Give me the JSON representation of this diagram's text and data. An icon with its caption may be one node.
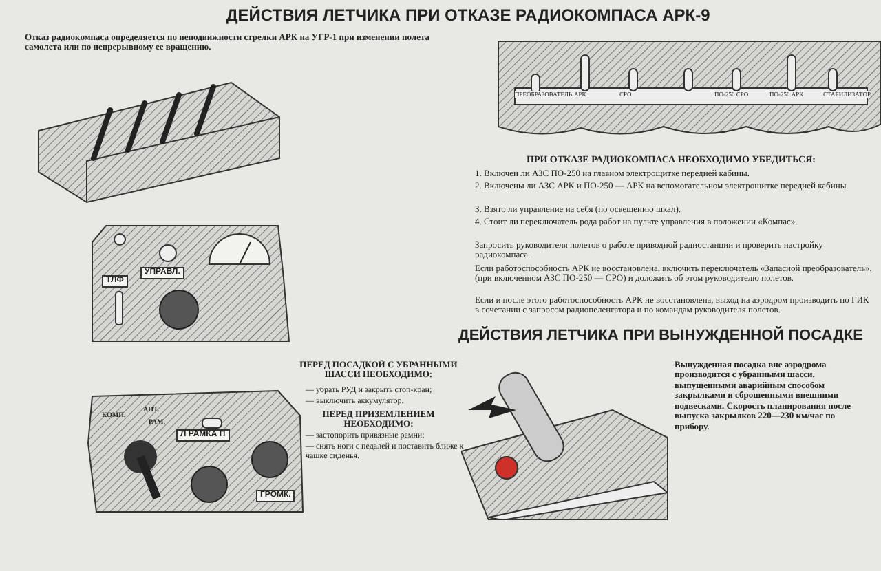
{
  "diagram": {
    "title": "ДЕЙСТВИЯ ЛЕТЧИКА ПРИ ОТКАЗЕ РАДИОКОМПАСА АРК-9",
    "labels": [
      "Отказ радиокомпаса определяется по неподвижности стрелки АРК на УГР-1 при изменении полета самолета или по непрерывному ее вращению.",
      "ПРЕОБРАЗОВАТЕЛЬ",
      "АРК",
      "СРО",
      "ПО-250 СРО",
      "ПО-250 АРК",
      "СТАБИЛИЗАТОР",
      "ПРИ ОТКАЗЕ РАДИОКОМПАСА НЕОБХОДИМО УБЕДИТЬСЯ:",
      "1. Включен ли АЗС ПО-250 на главном электрощитке передней кабины.",
      "2. Включены ли АЗС АРК и ПО-250 — АРК на вспомогательном электрощитке передней кабины.",
      "3. Взято ли управление на себя (по освещению шкал).",
      "4. Стоит ли переключатель рода работ на пульте управления в положении «Компас».",
      "Запросить руководителя полетов о работе приводной радиостанции и проверить настройку радиокомпаса.",
      "Если работоспособность АРК не восстановлена, включить переключатель «Запасной преобразователь», (при включенном АЗС ПО-250 — СРО) и доложить об этом руководителю полетов.",
      "Если и после этого работоспособность АРК не восстановлена, выход на аэродром производить по ГИК в сочетании с запросом радиопеленгатора и по командам руководителя полетов.",
      "ТЛФ",
      "УПРАВЛ.",
      "ДЕЙСТВИЯ ЛЕТЧИКА ПРИ ВЫНУЖДЕННОЙ ПОСАДКЕ",
      "ПЕРЕД ПОСАДКОЙ С УБРАННЫМИ ШАССИ НЕОБХОДИМО:",
      "— убрать РУД и закрыть стоп-кран;",
      "— выключить аккумулятор.",
      "ПЕРЕД ПРИЗЕМЛЕНИЕМ НЕОБХОДИМО:",
      "— застопорить привязные ремни;",
      "— снять ноги с педалей и поставить ближе к чашке сиденья.",
      "Вынужденная посадка вне аэродрома производится с убранными шасси, выпущенными аварийным способом закрылками и сброшенными внешними подвесками. Скорость планирования после выпуска закрылков 220—230 км/час по прибору.",
      "КОМП.",
      "АНТ.",
      "РАМ.",
      "Л РАМКА П",
      "ГРОМК."
    ]
  }
}
